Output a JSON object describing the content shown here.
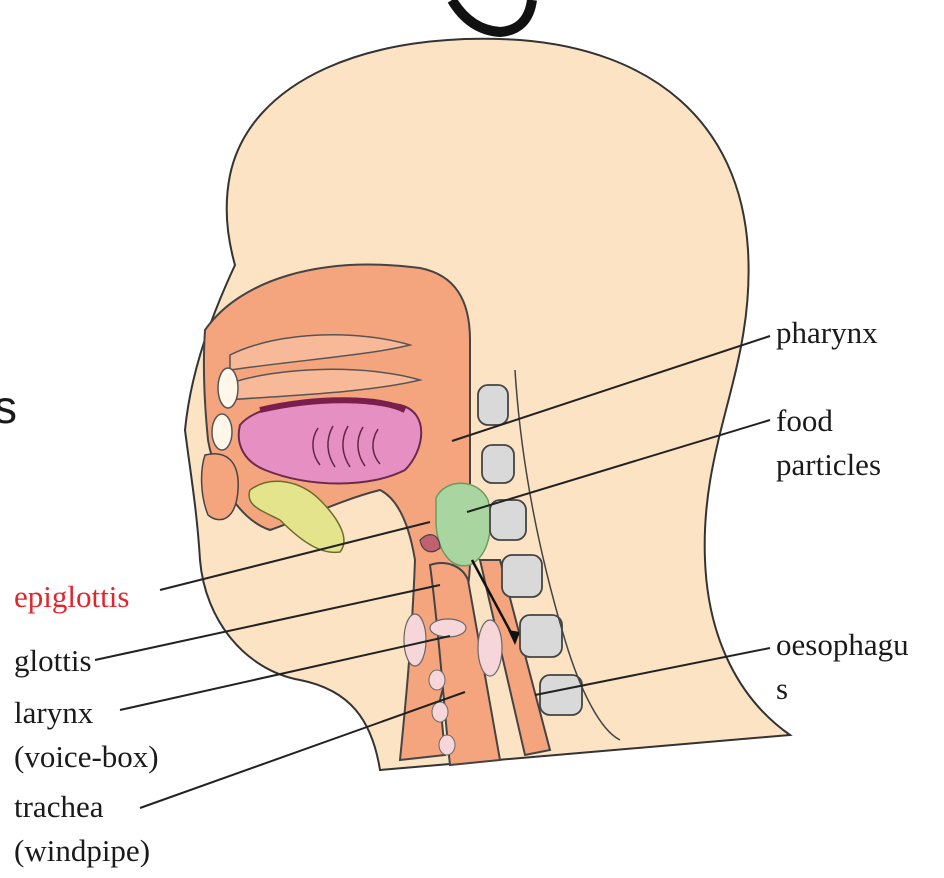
{
  "labels": {
    "pharynx": "pharynx",
    "food_line1": "food",
    "food_line2": "particles",
    "oesophagus_line1": "oesophagu",
    "oesophagus_line2": "s",
    "epiglottis": "epiglottis",
    "glottis": "glottis",
    "larynx_line1": "larynx",
    "larynx_line2": "(voice-box)",
    "trachea_line1": "trachea",
    "trachea_line2": "(windpipe)"
  },
  "cropped_text": {
    "left_edge": "s"
  },
  "colors": {
    "head": "#fbe3c4",
    "mouth": "#f5a57e",
    "tongue": "#e58fc3",
    "food": "#a9d6a0",
    "glands": "#e4e48c",
    "vertebra": "#d9d9d9",
    "epiglottis_label": "#e0262e",
    "label": "#1a1a1a"
  }
}
